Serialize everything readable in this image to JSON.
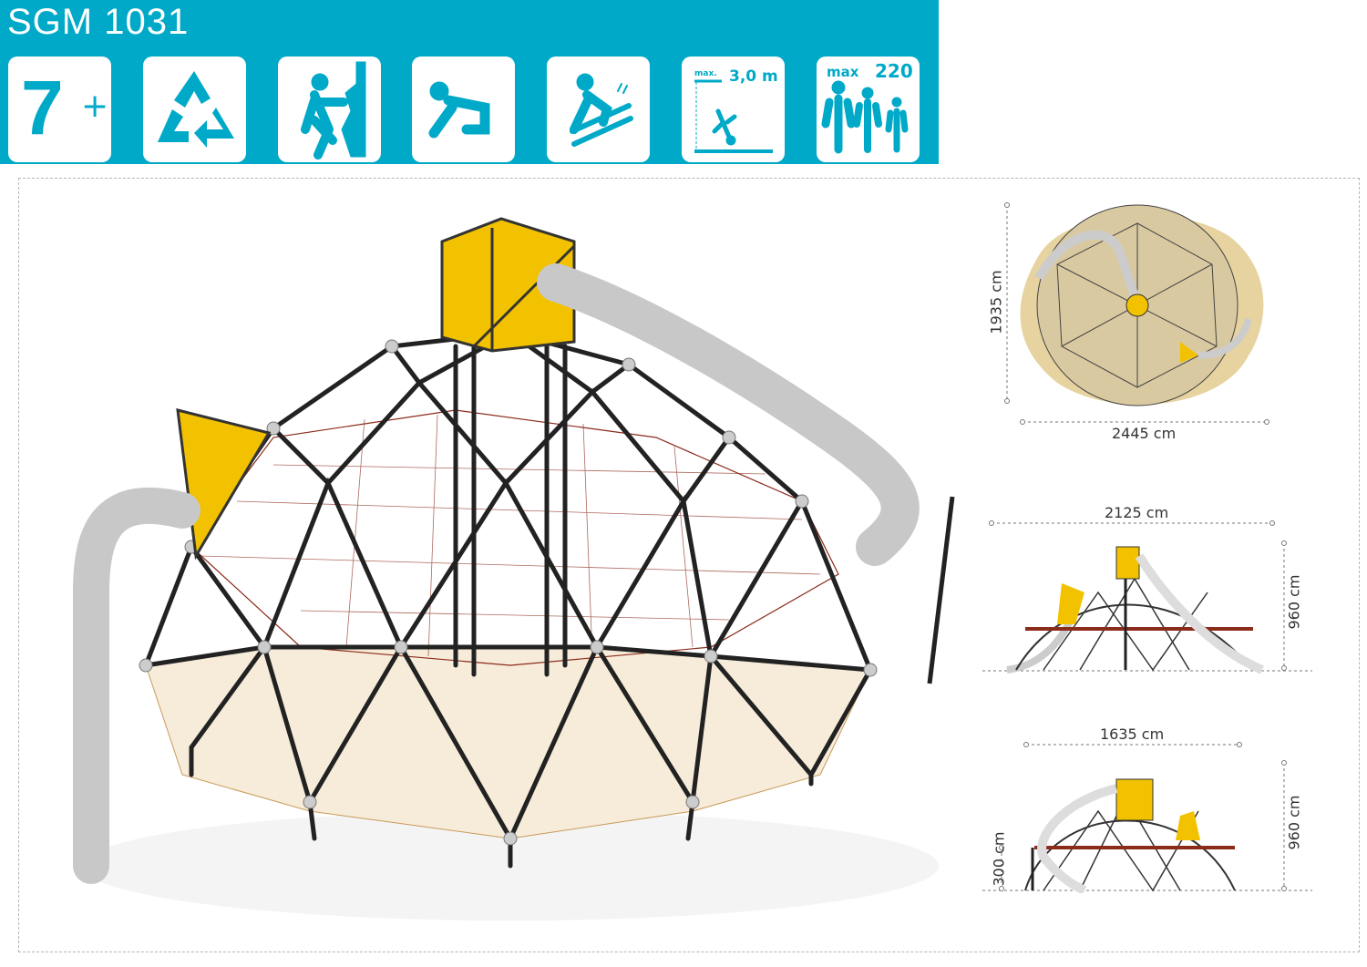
{
  "header": {
    "title": "SGM 1031",
    "background_color": "#00a9c8",
    "icons": [
      {
        "name": "age-7-plus-icon",
        "label": "7",
        "suffix": "+"
      },
      {
        "name": "recycle-icon"
      },
      {
        "name": "climbing-icon"
      },
      {
        "name": "crawling-icon"
      },
      {
        "name": "sliding-icon"
      },
      {
        "name": "fall-height-icon",
        "prefix": "max.",
        "label": "3,0 m"
      },
      {
        "name": "capacity-icon",
        "prefix": "max",
        "label": "220"
      }
    ]
  },
  "dimensions": {
    "top_view": {
      "depth": "1935 cm",
      "width": "2445 cm"
    },
    "side_view_1": {
      "width": "2125 cm",
      "height": "960 cm"
    },
    "side_view_2": {
      "width": "1635 cm",
      "height": "960 cm",
      "platform_height": "300 cm"
    }
  },
  "colors": {
    "steel": "#222222",
    "panel": "#f2c200",
    "net": "#8b2b1a",
    "slide": "#c8c8c8",
    "sand": "#e6d3a0"
  }
}
